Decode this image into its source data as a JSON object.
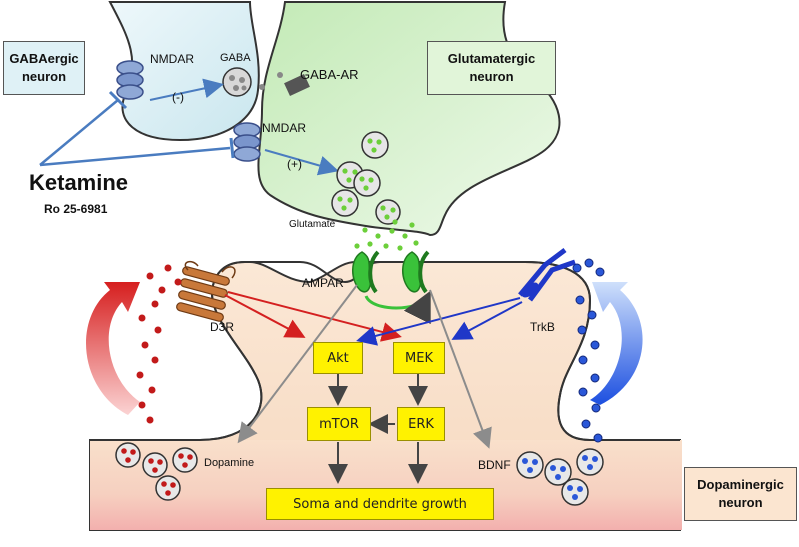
{
  "labels": {
    "gabaergic_neuron": "GABAergic neuron",
    "glutamatergic_neuron": "Glutamatergic neuron",
    "dopaminergic_neuron": "Dopaminergic neuron",
    "nmdar_gaba": "NMDAR",
    "nmdar_glut": "NMDAR",
    "gaba": "GABA",
    "gaba_ar": "GABA-AR",
    "minus": "(-)",
    "plus": "(+)",
    "ketamine": "Ketamine",
    "ro": "Ro 25-6981",
    "glutamate": "Glutamate",
    "ampar": "AMPAR",
    "d3r": "D3R",
    "trkb": "TrkB",
    "dopamine": "Dopamine",
    "bdnf": "BDNF"
  },
  "pathway": {
    "akt": "Akt",
    "mek": "MEK",
    "mtor": "mTOR",
    "erk": "ERK",
    "growth": "Soma and dendrite growth"
  },
  "colors": {
    "gaba_neuron_fill": "#d7eef3",
    "glut_neuron_fill": "#d9f2d2",
    "dopa_fill": "#f7d9c0",
    "dopa_base_bottom": "#f2b8b4",
    "inhibit_blue": "#4a7cc0",
    "red_arrow": "#d42020",
    "blue_arrow": "#1f37c8",
    "gray_arrow": "#8c8c8c",
    "pathway_box": "#fff200",
    "dopamine_dot": "#c21a1a",
    "bdnf_dot": "#2a57d8",
    "glutamate_dot": "#6ccf3a"
  }
}
